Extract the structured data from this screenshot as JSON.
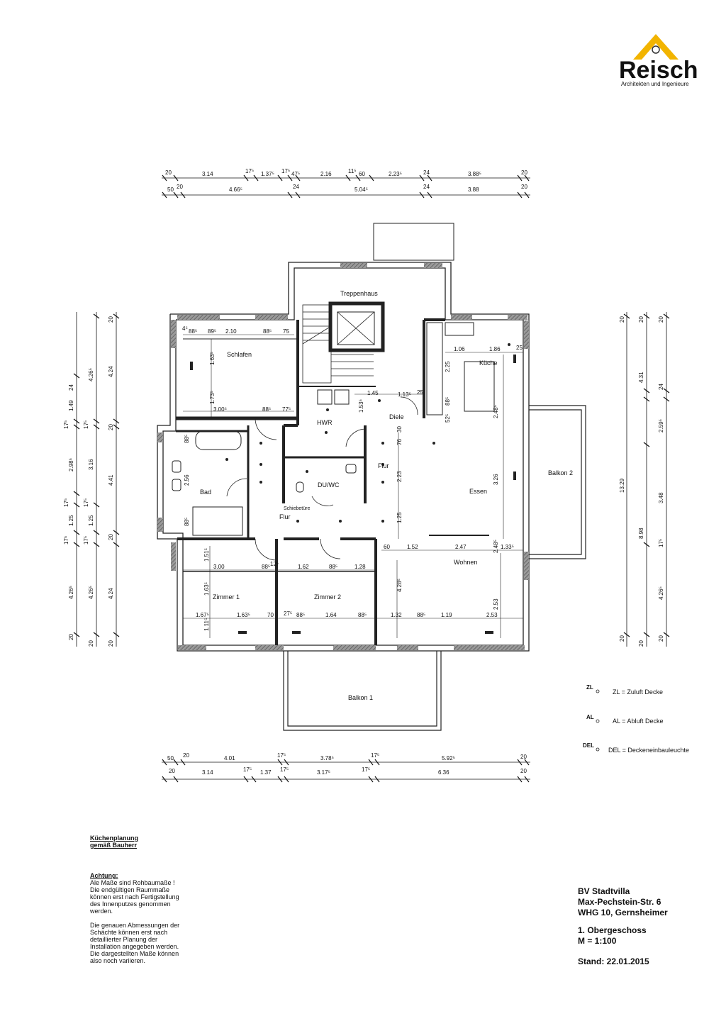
{
  "logo": {
    "name": "Reisch",
    "tagline": "Architekten und Ingenieure",
    "accent": "#f2b400"
  },
  "rooms": {
    "treppenhaus": "Treppenhaus",
    "schlafen": "Schlafen",
    "kueche": "Küche",
    "diele": "Diele",
    "hwr": "HWR",
    "flur_upper": "Flur",
    "flur_lower": "Flur",
    "duwc": "DU/WC",
    "bad": "Bad",
    "essen": "Essen",
    "wohnen": "Wohnen",
    "zimmer1": "Zimmer 1",
    "zimmer2": "Zimmer 2",
    "balkon1": "Balkon 1",
    "balkon2": "Balkon 2",
    "schiebetuere": "Schiebetüre"
  },
  "dims": {
    "top_row1": [
      "20",
      "3.14",
      "17⁵",
      "1.37⁵",
      "17⁵",
      "47⁵",
      "2.16",
      "11⁵",
      "60",
      "2.23⁵",
      "24",
      "3.88⁵",
      "20"
    ],
    "top_row2": [
      "50",
      "20",
      "4.66⁵",
      "24",
      "5.04⁵",
      "24",
      "3.88",
      "20"
    ],
    "bottom_row1": [
      "50",
      "20",
      "4.01",
      "17⁵",
      "3.78⁵",
      "17⁵",
      "5.92⁵",
      "20"
    ],
    "bottom_row2": [
      "20",
      "3.14",
      "17⁵",
      "1.37",
      "17⁵",
      "3.17⁵",
      "17⁵",
      "6.36",
      "20"
    ],
    "left_col1": [
      "24",
      "1.49",
      "17⁵",
      "2.98⁵",
      "17⁵",
      "1.25",
      "17⁵",
      "4.26⁵",
      "20"
    ],
    "left_col2": [
      "4.26⁵",
      "17⁵",
      "3.16",
      "17⁵",
      "1.25",
      "17⁵",
      "4.26⁵",
      "20"
    ],
    "left_col3": [
      "20",
      "4.24",
      "20",
      "4.41",
      "20",
      "4.24",
      "20"
    ],
    "right_col1": [
      "20",
      "13.29",
      "8.98",
      "20"
    ],
    "right_col2": [
      "20",
      "4.31",
      "2.59⁵",
      "3.48",
      "17⁵",
      "4.26⁵",
      "20"
    ],
    "right_col3": [
      "20",
      "24",
      "20"
    ],
    "interior": {
      "schlafen_top": [
        "4⁵",
        "88⁵",
        "89⁵",
        "2.10",
        "88⁵",
        "75"
      ],
      "schlafen_v": [
        "1.63⁵",
        "1.73⁵"
      ],
      "schlafen_bottom": [
        "3.00⁵",
        "88⁵",
        "77⁵"
      ],
      "kueche_top": [
        "1.06",
        "1.86",
        "25"
      ],
      "kueche_v": [
        "2.25",
        "88⁵",
        "52⁵",
        "2.48⁵"
      ],
      "diele": [
        "1.45",
        "1.13⁵",
        "25",
        "1.53⁵",
        "30",
        "76"
      ],
      "flur": [
        "2.23",
        "1.25"
      ],
      "bad": [
        "88⁵",
        "2.56",
        "88⁵"
      ],
      "essen_v": [
        "3.26"
      ],
      "wohnen_top": [
        "60",
        "1.52",
        "2.47",
        "1.33⁵"
      ],
      "wohnen_v": [
        "2.48⁵",
        "2.53",
        "4.28⁵"
      ],
      "zimmer1": [
        "1.51⁵",
        "3.00",
        "88⁵",
        "12⁵",
        "1.63⁵",
        "1.67⁵",
        "1.63⁵",
        "70",
        "1.11⁵"
      ],
      "zimmer2": [
        "1.62",
        "88⁵",
        "1.28",
        "27⁵",
        "88⁵",
        "1.64",
        "88⁵"
      ],
      "wohnen_bottom": [
        "1.32",
        "88⁵",
        "1.19",
        "2.53"
      ]
    }
  },
  "legend": [
    {
      "symbol": "ZL",
      "text": "ZL = Zuluft Decke"
    },
    {
      "symbol": "AL",
      "text": "AL = Abluft Decke"
    },
    {
      "symbol": "DEL",
      "text": "DEL = Deckeneinbauleuchte"
    }
  ],
  "notes": {
    "kuechen_title_1": "Küchenplanung",
    "kuechen_title_2": "gemäß Bauherr",
    "achtung_title": "Achtung:",
    "achtung_lines": [
      "Ale Maße sind Rohbaumaße !",
      "Die endgültigen Raummaße",
      "können erst nach Fertigstellung",
      "des Innenputzes genommen",
      "werden."
    ],
    "schacht_lines": [
      "Die genauen Abmessungen der",
      "Schächte können erst nach",
      "detaillierter Planung der",
      "Installation angegeben werden.",
      "Die dargestellten Maße können",
      "also noch variieren."
    ]
  },
  "titleblock": {
    "line1": "BV Stadtvilla",
    "line2": "Max-Pechstein-Str. 6",
    "line3": "WHG 10, Gernsheimer",
    "line4": "1. Obergeschoss",
    "line5": "M = 1:100",
    "line6": "Stand: 22.01.2015"
  }
}
